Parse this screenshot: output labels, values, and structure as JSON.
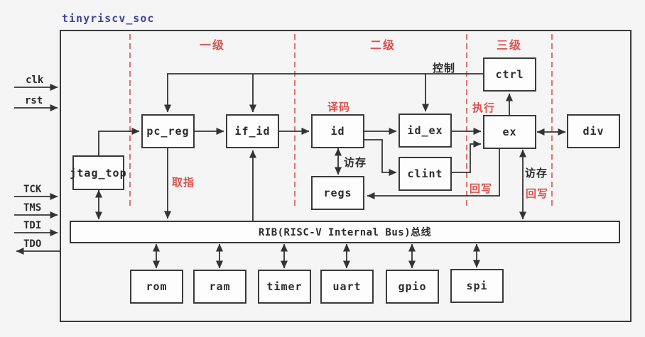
{
  "title": "tinyriscv_soc",
  "inputs": {
    "clk": "clk",
    "rst": "rst",
    "tck": "TCK",
    "tms": "TMS",
    "tdi": "TDI",
    "tdo": "TDO"
  },
  "stages": {
    "stage1": "一级",
    "stage2": "二级",
    "stage3": "三级"
  },
  "annotations": {
    "control": "控制",
    "decode": "译码",
    "execute": "执行",
    "fetch": "取指",
    "mem_access": "访存",
    "writeback": "回写"
  },
  "blocks": {
    "jtag_top": "jtag_top",
    "pc_reg": "pc_reg",
    "if_id": "if_id",
    "id": "id",
    "id_ex": "id_ex",
    "clint": "clint",
    "regs": "regs",
    "ctrl": "ctrl",
    "ex": "ex",
    "div": "div",
    "rom": "rom",
    "ram": "ram",
    "timer": "timer",
    "uart": "uart",
    "gpio": "gpio",
    "spi": "spi"
  },
  "bus": {
    "label": "RIB(RISC-V Internal Bus)总线"
  },
  "colors": {
    "title_blue": "#3f44a0",
    "accent_red": "#d9534f",
    "line_black": "#333333",
    "background": "#f5f5f5",
    "block_fill": "#fdfdfd"
  }
}
